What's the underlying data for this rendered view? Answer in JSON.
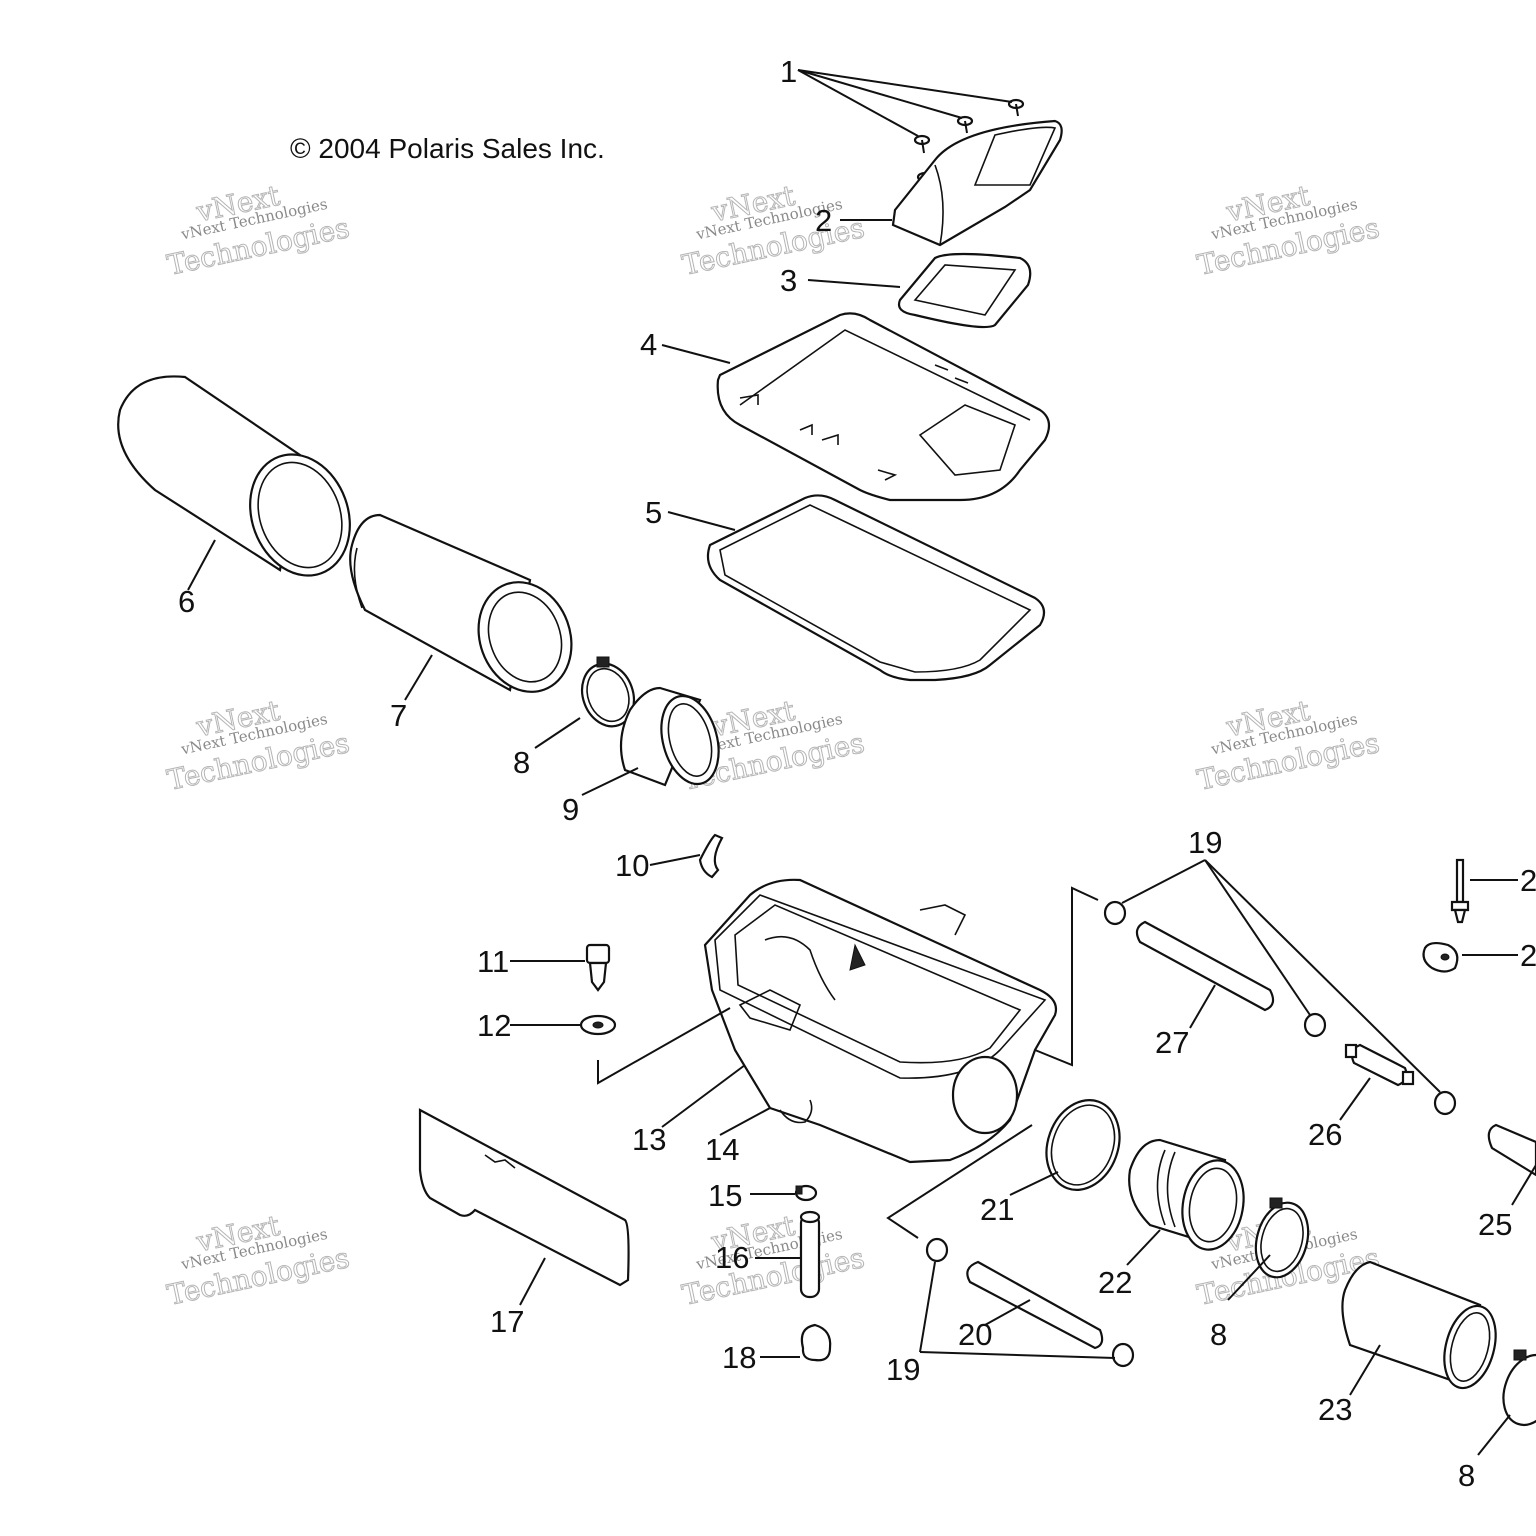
{
  "copyright": "© 2004 Polaris Sales Inc.",
  "watermark": {
    "line1": "vNext",
    "line2": "vNext Technologies",
    "line3": "Technologies"
  },
  "callouts": {
    "c1": "1",
    "c2": "2",
    "c3": "3",
    "c4": "4",
    "c5": "5",
    "c6": "6",
    "c7": "7",
    "c8a": "8",
    "c8b": "8",
    "c8c": "8",
    "c9": "9",
    "c10": "10",
    "c11": "11",
    "c12": "12",
    "c13": "13",
    "c14": "14",
    "c15": "15",
    "c16": "16",
    "c17": "17",
    "c18": "18",
    "c19a": "19",
    "c19b": "19",
    "c20": "20",
    "c21": "21",
    "c22": "22",
    "c23": "23",
    "c25": "25",
    "c26": "26",
    "c27": "27",
    "c24a": "2",
    "c24b": "2"
  }
}
